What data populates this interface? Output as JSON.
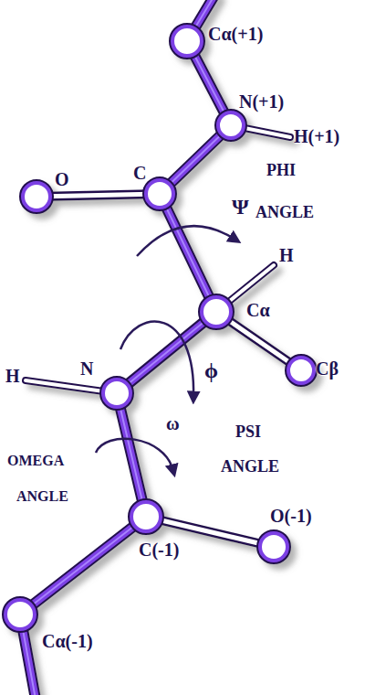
{
  "diagram": {
    "labels": [
      "Cα(+1)",
      "N(+1)",
      "H(+1)",
      "O",
      "C",
      "PHI",
      "Ψ",
      "ANGLE",
      "H",
      "Cα",
      "Cβ",
      "H",
      "N",
      "ϕ",
      "ω",
      "PSI",
      "OMEGA",
      "ANGLE",
      "ANGLE",
      "O(-1)",
      "C(-1)",
      "Cα(-1)"
    ]
  }
}
